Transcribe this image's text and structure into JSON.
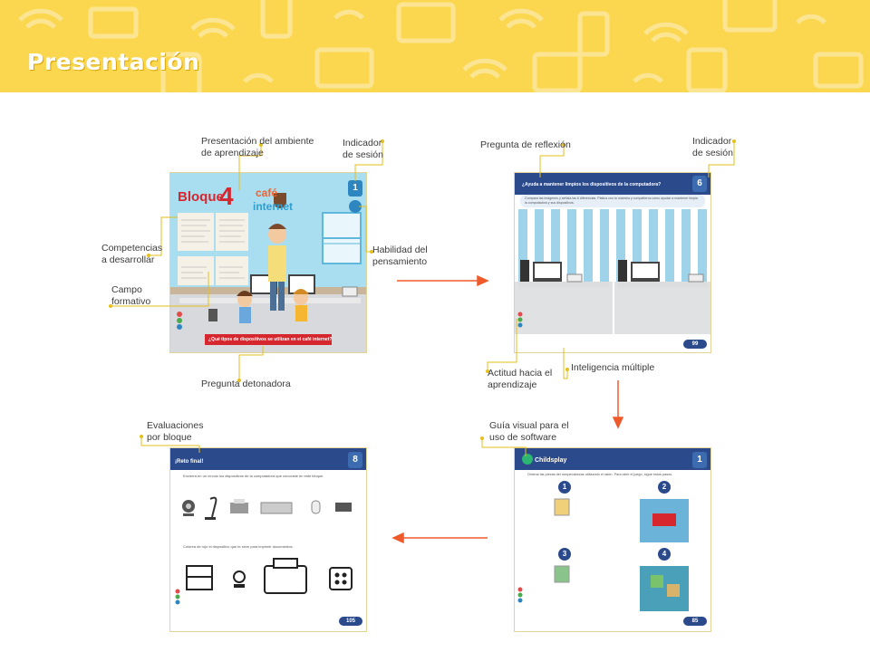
{
  "header": {
    "title": "Presentación",
    "background_color": "#fbd750"
  },
  "annotations": {
    "presentacion_ambiente": [
      "Presentación del ambiente",
      "de aprendizaje"
    ],
    "indicador_sesion_1": [
      "Indicador",
      "de sesión"
    ],
    "competencias": [
      "Competencias",
      "a desarrollar"
    ],
    "habilidad": [
      "Habilidad del",
      "pensamiento"
    ],
    "campo_formativo": [
      "Campo",
      "formativo"
    ],
    "pregunta_detonadora": [
      "Pregunta detonadora"
    ],
    "pregunta_reflexion": [
      "Pregunta de reflexión"
    ],
    "indicador_sesion_2": [
      "Indicador",
      "de sesión"
    ],
    "actitud": [
      "Actitud hacia el",
      "aprendizaje"
    ],
    "inteligencia": [
      "Inteligencia múltiple"
    ],
    "evaluaciones": [
      "Evaluaciones",
      "por bloque"
    ],
    "guia_visual": [
      "Guía visual para el",
      "uso de software"
    ]
  },
  "pages": {
    "p1": {
      "bloque_label": "Bloque",
      "bloque_number": "4",
      "title_top": "café",
      "title_bottom": "internet",
      "session": "1",
      "question": "¿Qué tipos de dispositivos se utilizan en el café internet?"
    },
    "p2": {
      "question": "¿Ayuda a mantener limpios los dispositivos de la computadora?",
      "instruction": "Compara las imágenes y señala las 6 diferencias. Platica con tu maestra y compañeros cómo ayudar a mantener limpia la computadora y sus dispositivos.",
      "session": "6",
      "page_number": "99"
    },
    "p3": {
      "title": "¡Reto final!",
      "session": "8",
      "instruction_1": "Encierra en un círculo los dispositivos de la computadora que conociste en este bloque.",
      "instruction_2": "Colorea de rojo el dispositivo que te sirve para imprimir documentos.",
      "page_number": "105"
    },
    "p4": {
      "title": "Childsplay",
      "session": "1",
      "instruction": "Ordena las piezas del rompecabezas utilizando el ratón. Para abrir el juego, sigue estos pasos.",
      "steps": [
        "1",
        "2",
        "3",
        "4"
      ],
      "page_number": "85"
    }
  },
  "colors": {
    "accent_orange": "#ef5a2b",
    "annotation_dot": "#e6bf1b",
    "navy": "#2a4a8c"
  }
}
